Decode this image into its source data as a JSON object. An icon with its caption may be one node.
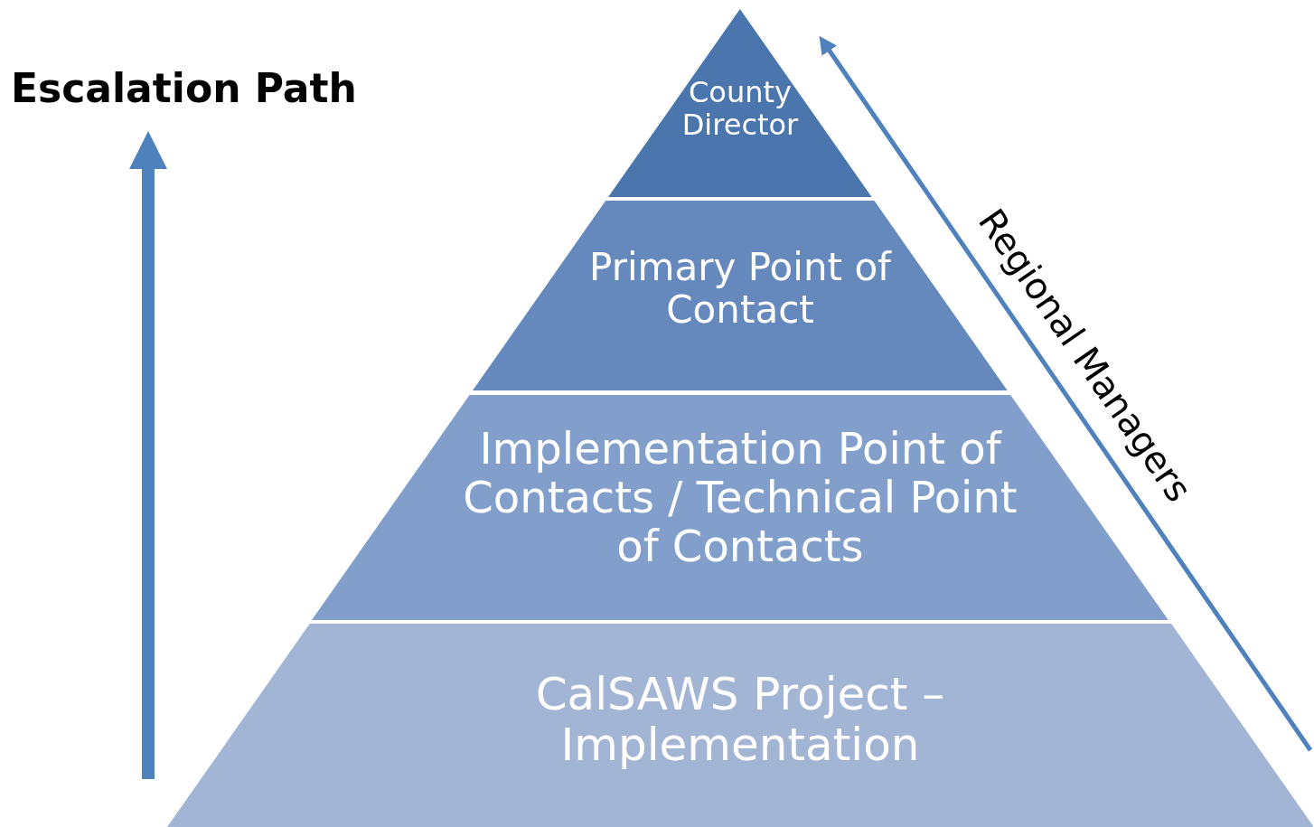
{
  "diagram": {
    "nodes": [
      {
        "text": [
          "County Director"
        ]
      },
      {
        "text": [
          "Primary Point of Contact"
        ]
      },
      {
        "text": [
          "Implementation Point of Contacts / Technical Point of Contacts"
        ]
      },
      {
        "text": [
          "CalSAWS Project – Implementation"
        ]
      }
    ],
    "labels": [
      "Escalation Path",
      "Regional Managers"
    ]
  }
}
